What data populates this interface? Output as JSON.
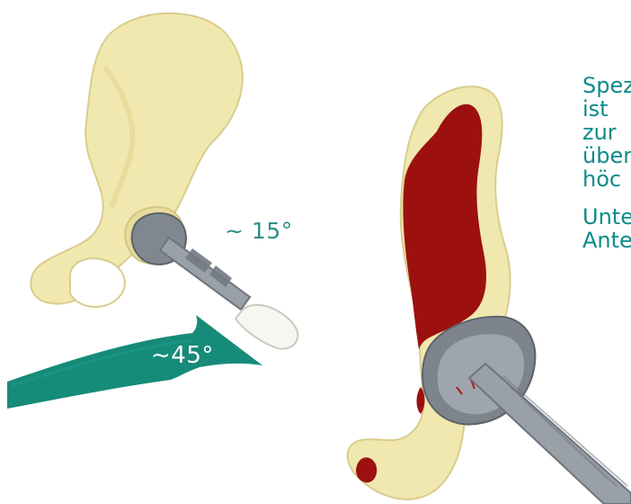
{
  "angles": {
    "small": "~ 15°",
    "large": "~45°"
  },
  "side_text": {
    "paragraph_1": [
      "Spez",
      "ist",
      "zur",
      "über",
      "höc"
    ],
    "paragraph_2": [
      "Unte",
      "Ante"
    ]
  },
  "colors": {
    "bone": "#f1e8af",
    "bone_edge": "#d8cd8e",
    "marrow": "#9c1110",
    "teal": "#178b7a",
    "teal_dark": "#0f6f63",
    "metal": "#8d9299",
    "metal_dark": "#5e636a"
  }
}
